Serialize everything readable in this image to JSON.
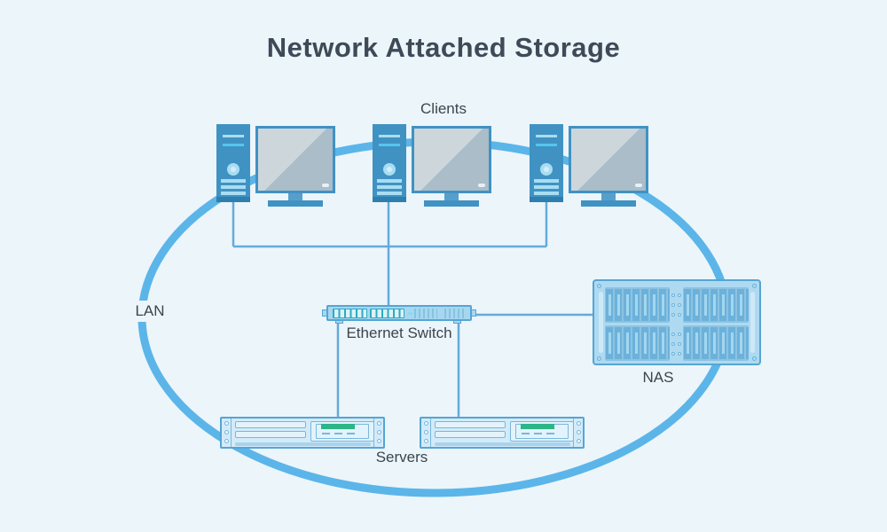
{
  "title": "Network Attached Storage",
  "diagram": {
    "type": "network-topology",
    "network_label": "LAN",
    "groups": {
      "clients": {
        "label": "Clients",
        "device": "desktop-computer",
        "count": 3
      },
      "switch": {
        "label": "Ethernet Switch",
        "device": "ethernet-switch",
        "count": 1,
        "visible_ports": 12
      },
      "nas": {
        "label": "NAS",
        "device": "nas-storage-array",
        "count": 1,
        "drive_bays": 4,
        "drives_per_bay": 7
      },
      "servers": {
        "label": "Servers",
        "device": "rack-server",
        "count": 2
      }
    },
    "connections": [
      {
        "from": "client-1",
        "to": "ethernet-switch"
      },
      {
        "from": "client-2",
        "to": "ethernet-switch"
      },
      {
        "from": "client-3",
        "to": "ethernet-switch"
      },
      {
        "from": "ethernet-switch",
        "to": "server-1"
      },
      {
        "from": "ethernet-switch",
        "to": "server-2"
      },
      {
        "from": "ethernet-switch",
        "to": "nas"
      }
    ]
  },
  "colors": {
    "background": "#ecf5fa",
    "title-text": "#3e4a57",
    "label-text": "#3a4550",
    "lan-ring": "#5bb5e9",
    "connector": "#64abd9",
    "device-blue": "#4092c3",
    "device-border": "#55a5d4",
    "stripe-cyan": "#55c5ee",
    "stripe-soft": "#a8ddf2",
    "tower-dark": "#2f7fae",
    "screen-light": "#ccd6db",
    "screen-dark": "#aabdc9",
    "shell-light": "#a7d7f0",
    "shell-lighter": "#d3ebf9",
    "nas-fill": "#aedaf1",
    "nas-panel": "#8cc3e2",
    "drive-blue": "#6cb1da",
    "drive-highlight": "#a3d7f0",
    "port-teal": "#2fa9c4",
    "port-cell": "#d9f4f7",
    "vent-blue": "#85c3e1",
    "led-green": "#2cb586",
    "bay-border": "#79b7de",
    "bay-fill": "#e3f3fb"
  }
}
